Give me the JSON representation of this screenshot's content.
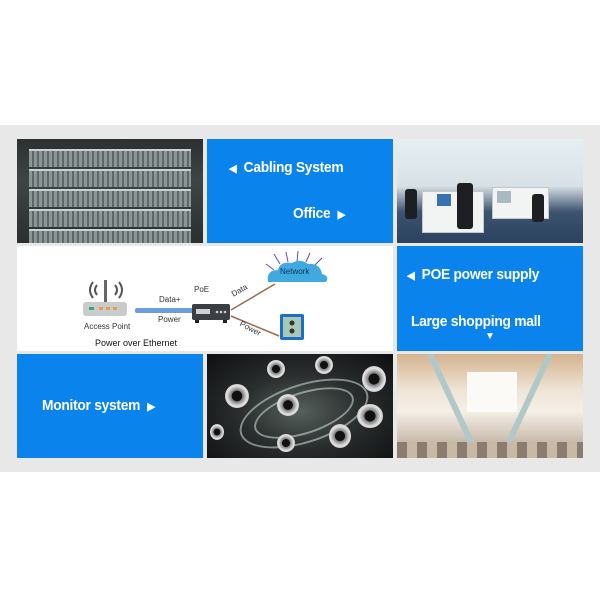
{
  "tiles": {
    "cabling": {
      "label": "Cabling System",
      "arrow": "◀"
    },
    "office_label": {
      "label": "Office",
      "arrow": "▶"
    },
    "poe_supply": {
      "label": "POE power supply",
      "arrow": "◀"
    },
    "mall": {
      "label": "Large shopping mall",
      "arrow": "▼"
    },
    "monitor": {
      "label": "Monitor system",
      "arrow": "▶"
    }
  },
  "poe_diagram": {
    "access_point": "Access Point",
    "data_power_1": "Data+",
    "data_power_2": "Power",
    "poe": "PoE",
    "data": "Data",
    "power": "Power",
    "network": "Network",
    "caption": "Power over Ethernet"
  },
  "colors": {
    "accent_blue": "#0a84ec",
    "band_gray": "#e8e8e8"
  }
}
